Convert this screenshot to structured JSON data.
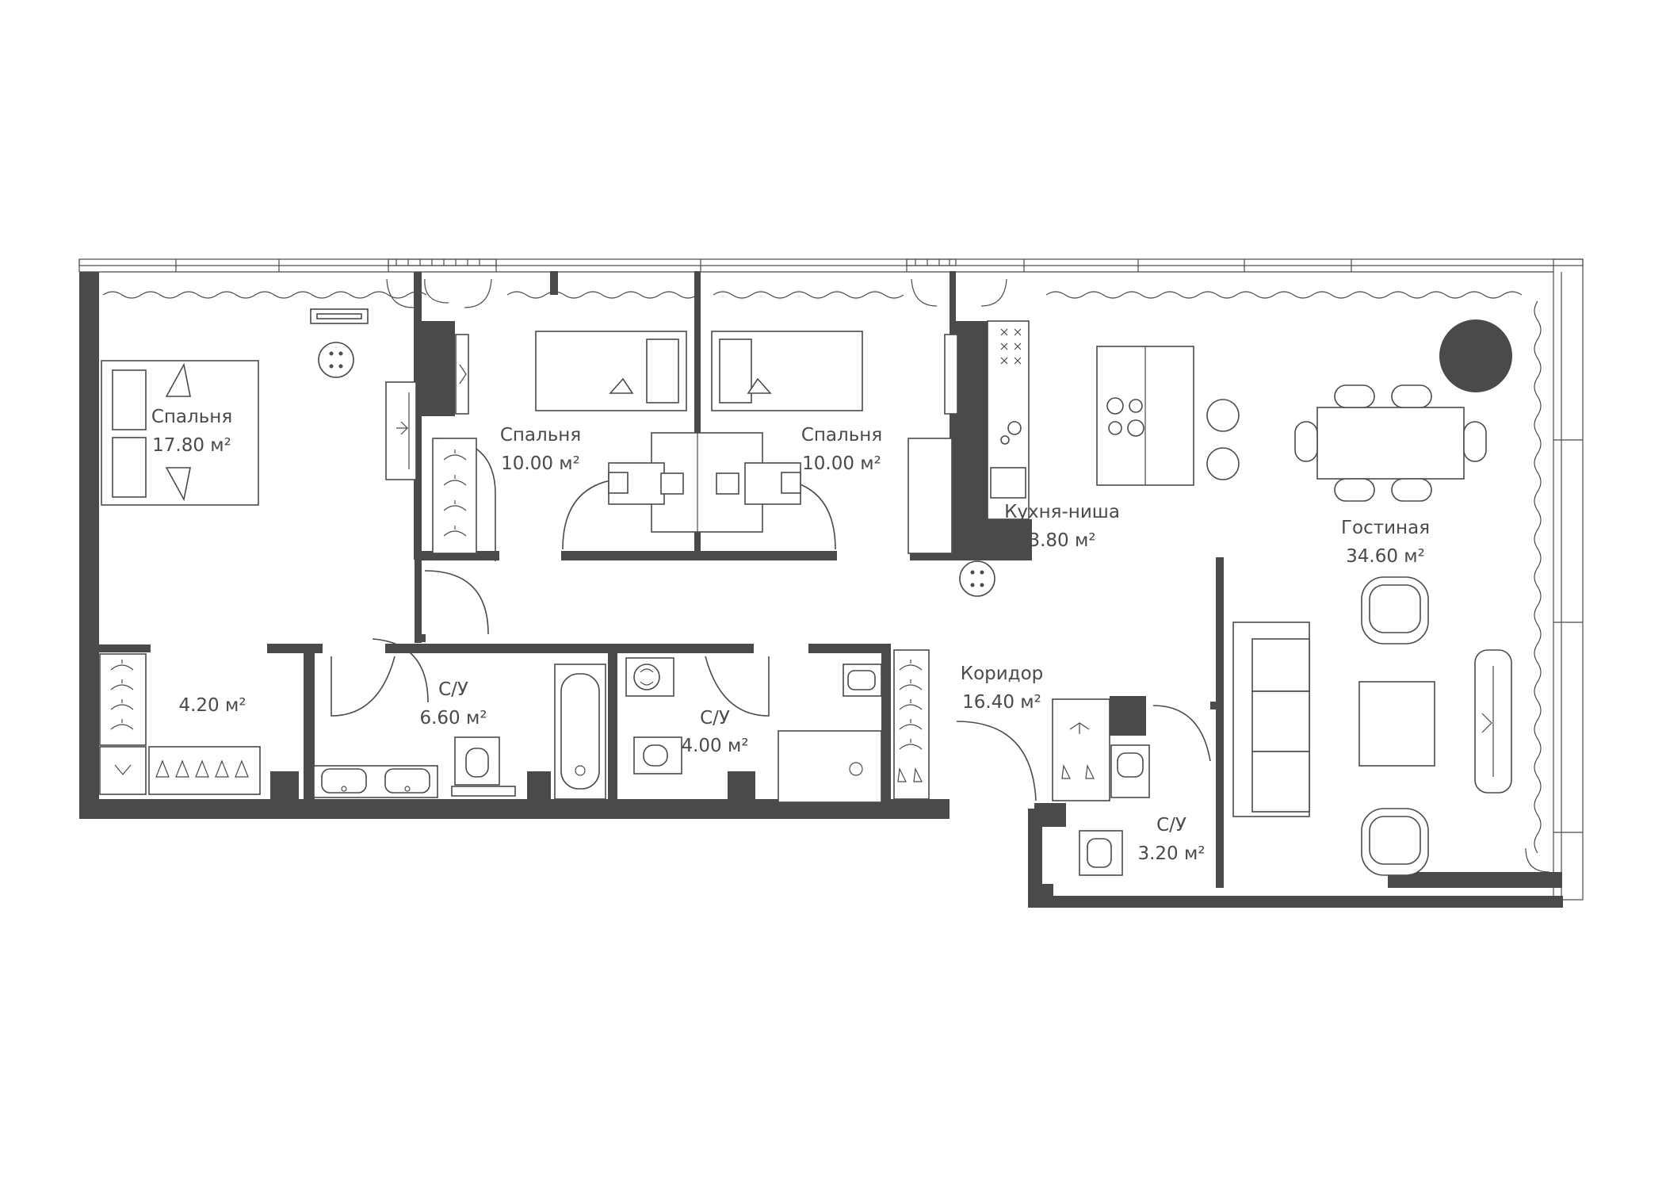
{
  "colors": {
    "wall": "#4a4a4c",
    "background": "#ffffff"
  },
  "rooms": [
    {
      "name": "Спальня",
      "area": "17.80 м²"
    },
    {
      "name": "Спальня",
      "area": "10.00 м²"
    },
    {
      "name": "Спальня",
      "area": "10.00 м²"
    },
    {
      "name": "Кухня-ниша",
      "area": "3.80 м²"
    },
    {
      "name": "Гостиная",
      "area": "34.60 м²"
    },
    {
      "name": "",
      "area": "4.20 м²"
    },
    {
      "name": "С/У",
      "area": "6.60 м²"
    },
    {
      "name": "С/У",
      "area": "4.00 м²"
    },
    {
      "name": "Коридор",
      "area": "16.40 м²"
    },
    {
      "name": "С/У",
      "area": "3.20 м²"
    }
  ]
}
